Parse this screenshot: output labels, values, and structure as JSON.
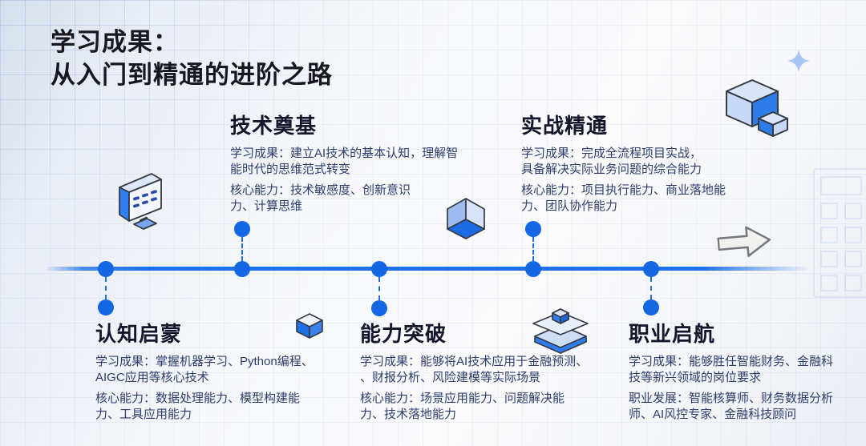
{
  "slide": {
    "title_line1": "学习成果：",
    "title_line2": "从入门到精通的进阶之路"
  },
  "milestones": [
    {
      "id": "cognition",
      "title": "认知启蒙",
      "position": "below-timeline",
      "paragraphs": [
        "学习成果：掌握机器学习、Python编程、\nAIGC应用等核心技术",
        "核心能力：数据处理能力、模型构建能\n力、工具应用能力"
      ]
    },
    {
      "id": "foundation",
      "title": "技术奠基",
      "position": "above-timeline",
      "paragraphs": [
        "学习成果：建立AI技术的基本认知，理解智\n能时代的思维范式转变",
        "核心能力：技术敏感度、创新意识\n力、计算思维"
      ]
    },
    {
      "id": "breakthrough",
      "title": "能力突破",
      "position": "below-timeline",
      "paragraphs": [
        "学习成果：能够将AI技术应用于金融预测、\n、财报分析、风险建模等实际场景",
        "核心能力：场景应用能力、问题解决能\n力、技术落地能力"
      ]
    },
    {
      "id": "mastery",
      "title": "实战精通",
      "position": "above-timeline",
      "paragraphs": [
        "学习成果：完成全流程项目实战，\n具备解决实际业务问题的综合能力",
        "核心能力：项目执行能力、商业落地能\n力、团队协作能力"
      ]
    },
    {
      "id": "career",
      "title": "职业启航",
      "position": "below-timeline",
      "paragraphs": [
        "学习成果：能够胜任智能财务、金融科\n技等新兴领域的岗位要求",
        "职业发展：智能核算师、财务数据分析\n师、AI风控专家、金融科技顾问"
      ]
    }
  ],
  "decor_icons": [
    "computer-icon",
    "cube-icon",
    "small-cube-icon",
    "layers-icon",
    "big-boxes-icon",
    "sparkle-icon",
    "arrow-right-icon",
    "building-grid-decoration"
  ],
  "colors": {
    "accent_blue": "#1f6fe8",
    "dot_blue": "#1466e3",
    "heading_text": "#14162b",
    "body_text": "#2e3c6e",
    "icon_light_face": "#d8e4f8",
    "icon_mid_blue": "#2e7ce9",
    "icon_dark_blue": "#1a6ae0"
  }
}
